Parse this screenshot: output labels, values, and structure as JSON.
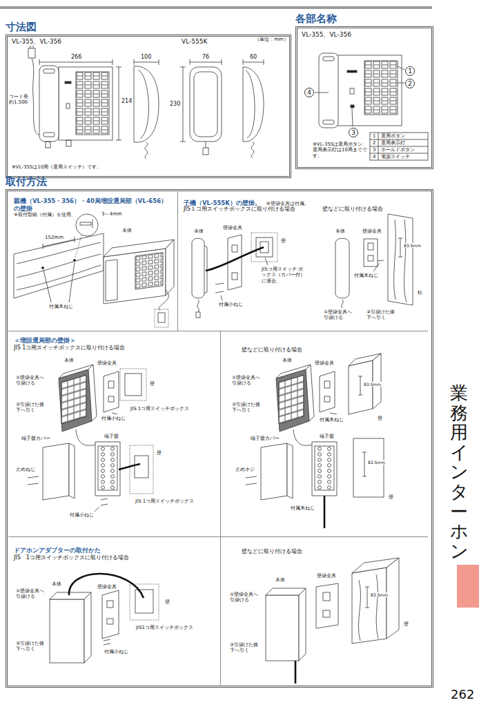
{
  "diagram": {
    "nodes": [
      {
        "text": [
          "寸法図"
        ]
      },
      {
        "text": [
          "各部名称"
        ]
      },
      {
        "text": [
          "1"
        ],
        "in": 1
      },
      {
        "text": [
          "2"
        ],
        "in": 1
      },
      {
        "text": [
          "3"
        ],
        "in": 1
      },
      {
        "text": [
          "4"
        ],
        "in": 1
      },
      {
        "text": [
          "取付方法"
        ]
      },
      {
        "text": [
          "親機（VL-355・356）・40局増設選局部（VL-656）の壁掛",
          "※取付型紙（付属）を使用。"
        ],
        "in": 6
      },
      {
        "text": [
          "子機（VL-555K）の壁掛。",
          "※壁掛金具は付属。"
        ],
        "in": 6
      },
      {
        "text": [
          "＜増設選局部の壁掛＞",
          "JIS 1コ用スイッチボックスに取り付ける場合"
        ],
        "in": 6
      },
      {
        "text": [
          "壁などに取り付ける場合"
        ],
        "in": 6
      },
      {
        "text": [
          "ドアホンアダプターの取付かた",
          "JIS　1コ用スイッチボックスに取り付ける場合"
        ],
        "in": 6
      },
      {
        "text": [
          "壁などに取り付ける場合"
        ],
        "in": 6
      }
    ],
    "labels": [
      "VL-355、VL-356",
      "VL-555K",
      "（単位：mm）",
      "266",
      "100",
      "76",
      "60",
      "214",
      "230",
      "コード長 約1,500",
      "※VL-355は10局（選局スイッチ）です。",
      "VL-355、VL-356",
      "※VL-355は選局ボタン、選局表示灯は10局までです。",
      "1",
      "選局ボタン",
      "2",
      "選局表示灯",
      "3",
      "ホールドボタン",
      "4",
      "電源スイッチ",
      "3～4mm",
      "152mm",
      "本体",
      "付属木ねじ",
      "JIS１コ用スイッチボックスに取り付ける場合",
      "本体",
      "壁掛金具",
      "壁",
      "JISコ用スイッチ ボックス（カバー付） に適合。",
      "付属小ねじ",
      "壁などに取り付ける場合",
      "本体",
      "壁掛金具",
      "83.5mm",
      "付属木ねじ",
      "柱",
      "①壁掛金具へ引掛ける",
      "②引掛けた後下へ引く",
      "本体",
      "壁掛金具",
      "①壁掛金具へ引掛ける",
      "壁",
      "②引掛けた後下へ引く",
      "付属小ねじ",
      "JIS 1コ用スイッチボックス",
      "端子盤",
      "端子盤カバー",
      "止めねじ",
      "壁",
      "JIS 1コ用スイッチボックス",
      "付属小ねじ",
      "本体",
      "壁掛金具",
      "①壁掛金具へ引掛ける",
      "83.5mm",
      "②引掛けた後下へ引く",
      "付属木ねじ",
      "壁",
      "端子盤",
      "端子盤カバー",
      "止めネジ",
      "83.5mm",
      "付属木ねじ",
      "壁",
      "本体",
      "壁掛金具",
      "①壁掛金具へ引掛ける",
      "壁",
      "JIS1コ用スイッチボックス",
      "②引掛けた後下へ引く",
      "付属小ねじ",
      "本体",
      "壁掛金具",
      "①壁掛金具へ引掛ける",
      "83.5mm",
      "壁",
      "②引掛けた後下へ引く",
      "業務用インターホン",
      "262"
    ]
  }
}
